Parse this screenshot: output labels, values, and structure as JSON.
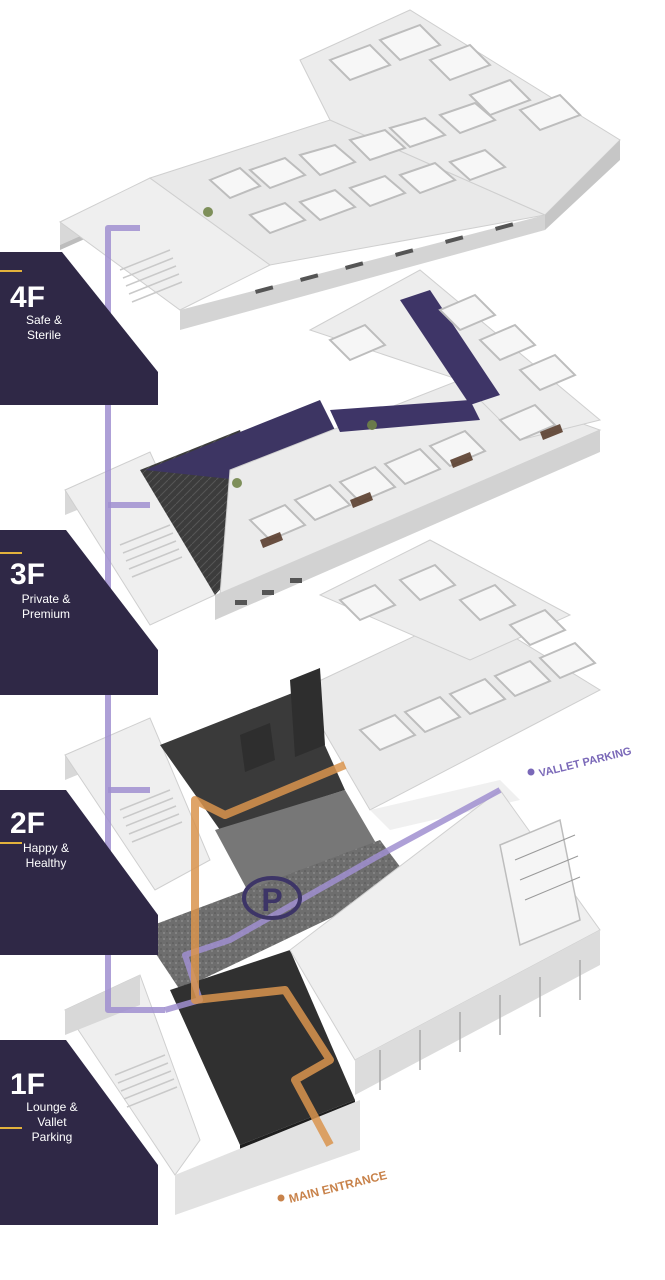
{
  "floors": [
    {
      "id": "4f",
      "code": "4F",
      "line1": "Safe &",
      "line2": "Sterile"
    },
    {
      "id": "3f",
      "code": "3F",
      "line1": "Private &",
      "line2": "Premium"
    },
    {
      "id": "2f",
      "code": "2F",
      "line1": "Happy &",
      "line2": "Healthy"
    },
    {
      "id": "1f",
      "code": "1F",
      "line1": "Lounge &",
      "line2": "Vallet",
      "line3": "Parking"
    }
  ],
  "callouts": {
    "vallet_parking": "VALLET PARKING",
    "main_entrance": "MAIN ENTRANCE",
    "parking_symbol": "P"
  },
  "colors": {
    "label_panel": "#2f2846",
    "elevator_route": "#a08fd0",
    "entrance_route": "#d9944d",
    "vallet_text": "#7a68b8",
    "entrance_text": "#c8824a",
    "tick": "#e3b23c"
  }
}
